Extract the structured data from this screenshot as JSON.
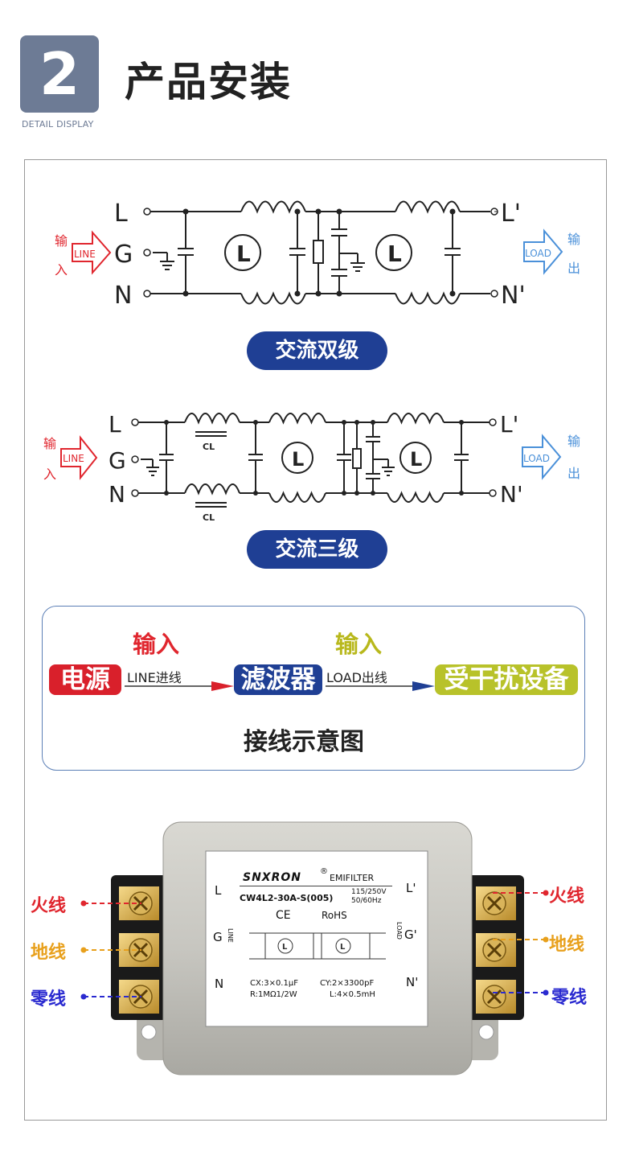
{
  "header": {
    "number": "2",
    "subtitle": "DETAIL DISPLAY",
    "title": "产品安装"
  },
  "diagram1": {
    "terminals_in": [
      "L",
      "G",
      "N"
    ],
    "terminals_out": [
      "L'",
      "N'"
    ],
    "input_arrow": "LINE",
    "input_label": [
      "输",
      "入"
    ],
    "output_arrow": "LOAD",
    "output_label": [
      "输",
      "出"
    ],
    "caption": "交流双级"
  },
  "diagram2": {
    "terminals_in": [
      "L",
      "G",
      "N"
    ],
    "terminals_out": [
      "L'",
      "N'"
    ],
    "input_arrow": "LINE",
    "input_label": [
      "输",
      "入"
    ],
    "output_arrow": "LOAD",
    "output_label": [
      "输",
      "出"
    ],
    "coil_label": "CL",
    "caption": "交流三级"
  },
  "wiring": {
    "input_label_1": "输入",
    "input_label_2": "输入",
    "source": "电源",
    "line_label": "LINE进线",
    "filter": "滤波器",
    "load_label": "LOAD出线",
    "device": "受干扰设备",
    "caption": "接线示意图",
    "colors": {
      "source": "#d9202b",
      "filter": "#1f3f94",
      "device": "#b8c22a",
      "red_text": "#e0262e",
      "yellow_text": "#b8b81c"
    }
  },
  "product": {
    "brand": "SNXRON",
    "brand_mark": "®",
    "brand_suffix": "EMIFILTER",
    "model": "CW4L2-30A-S(005)",
    "voltage": "115/250V",
    "frequency": "50/60Hz",
    "ce": "CE",
    "rohs": "RoHS",
    "left_terms": [
      "L",
      "G",
      "N"
    ],
    "right_terms": [
      "L'",
      "G'",
      "N'"
    ],
    "line_vertical": "LINE",
    "load_vertical": "LOAD",
    "spec_cx": "CX:3×0.1μF",
    "spec_cy": "CY:2×3300pF",
    "spec_r": "R:1MΩ1/2W",
    "spec_l": "L:4×0.5mH",
    "wires_left": [
      "火线",
      "地线",
      "零线"
    ],
    "wires_right": [
      "火线",
      "地线",
      "零线"
    ],
    "wire_colors": [
      "#e0262e",
      "#e8a01c",
      "#2a2ad0"
    ]
  }
}
